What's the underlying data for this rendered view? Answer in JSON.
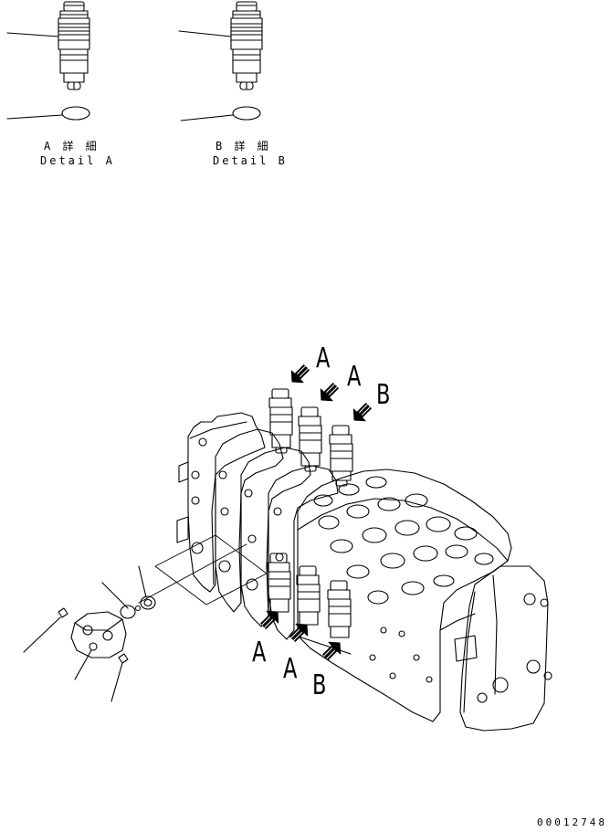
{
  "details": [
    {
      "jp": "A 詳 細",
      "en": "Detail A"
    },
    {
      "jp": "B 詳 細",
      "en": "Detail B"
    }
  ],
  "view_labels": {
    "top_a1": "A",
    "top_a2": "A",
    "top_b": "B",
    "bottom_a1": "A",
    "bottom_a2": "A",
    "bottom_b": "B"
  },
  "drawing_number": "00012748",
  "colors": {
    "ink": "#000000",
    "paper": "#ffffff"
  }
}
